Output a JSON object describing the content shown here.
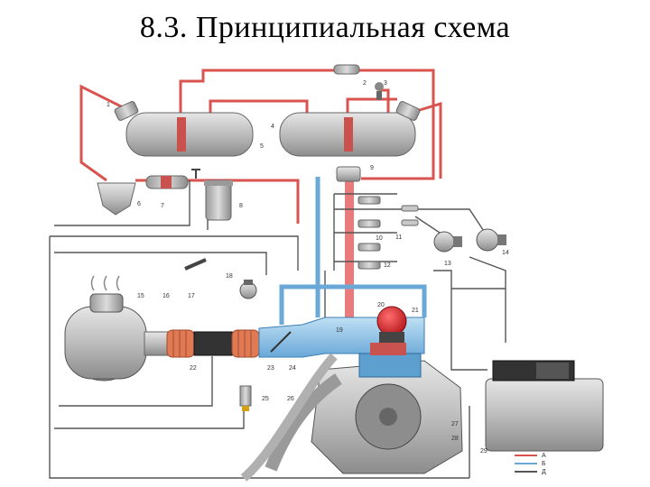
{
  "title": "8.3. Принципиальная схема",
  "callouts": [
    "1",
    "2",
    "3",
    "4",
    "5",
    "6",
    "7",
    "8",
    "9",
    "10",
    "11",
    "12",
    "13",
    "14",
    "15",
    "16",
    "17",
    "18",
    "19",
    "20",
    "21",
    "22",
    "23",
    "24",
    "25",
    "26",
    "27",
    "28",
    "29"
  ],
  "legend": {
    "a": "A",
    "b": "Б",
    "c": "Д"
  },
  "colors": {
    "fuel_line": "#d9534f",
    "air_line": "#6aa8d8",
    "wire": "#555555",
    "metal": "#b5b5b5"
  }
}
